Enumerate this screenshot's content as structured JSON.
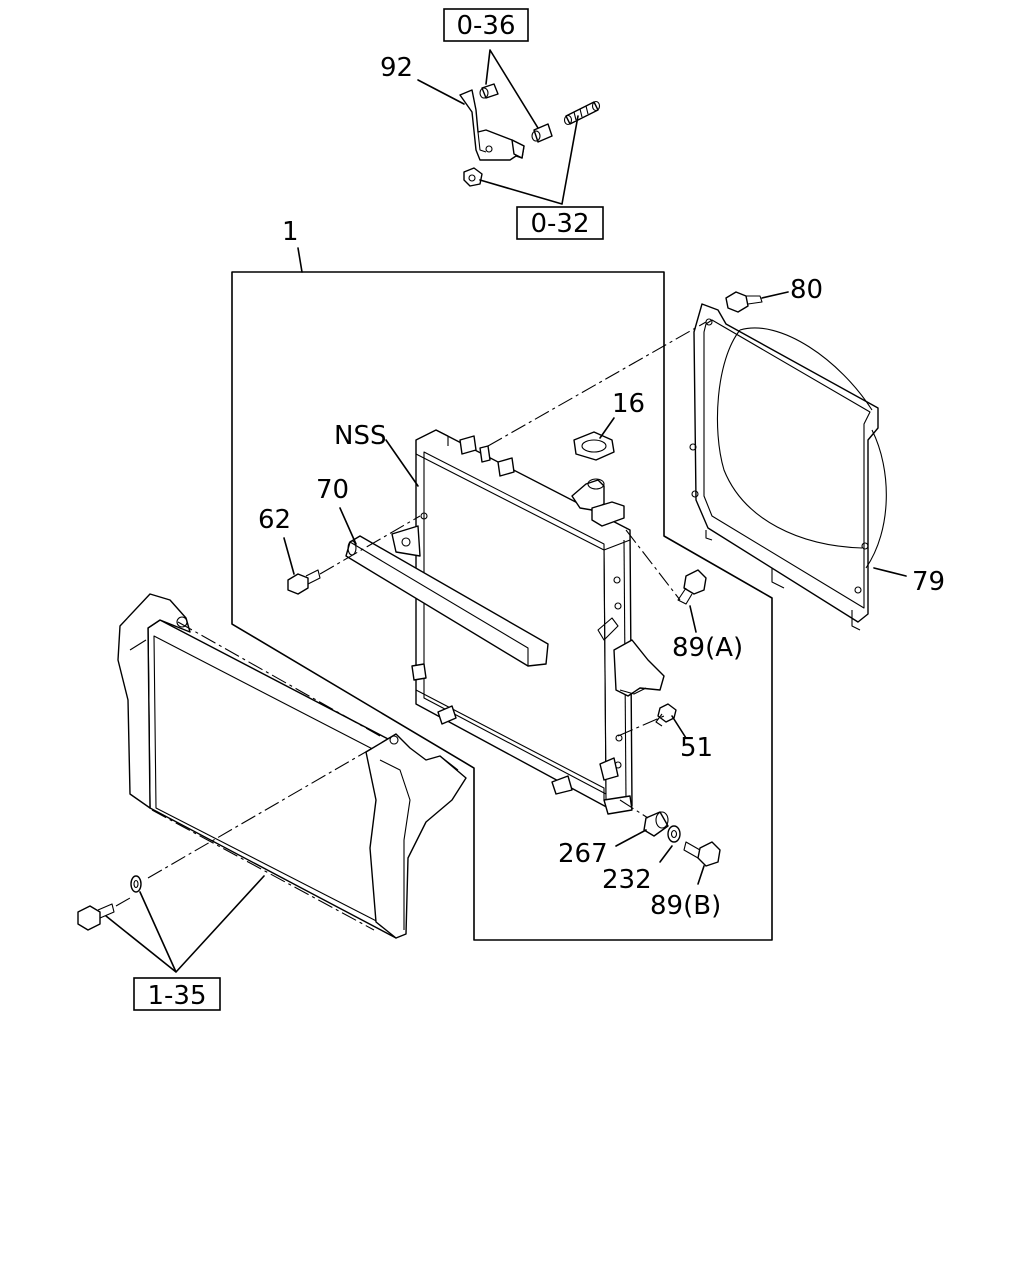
{
  "callouts": {
    "ref_0_36": "0-36",
    "ref_0_32": "0-32",
    "ref_1_35": "1-35",
    "p92": "92",
    "p1": "1",
    "p80": "80",
    "p16": "16",
    "pNSS": "NSS",
    "p70": "70",
    "p62": "62",
    "p79": "79",
    "p89A": "89(A)",
    "p51": "51",
    "p267": "267",
    "p232": "232",
    "p89B": "89(B)"
  }
}
